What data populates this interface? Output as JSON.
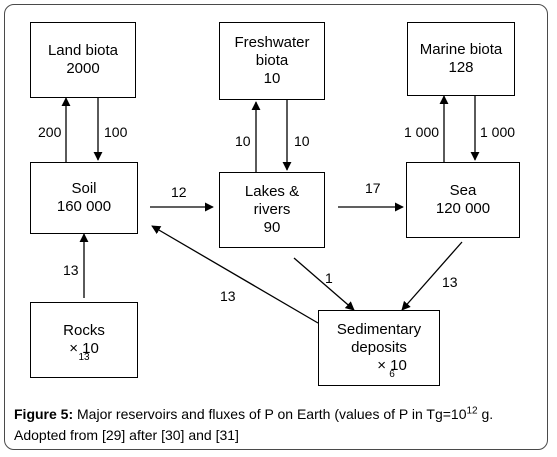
{
  "boxes": {
    "land_biota": {
      "name": "Land biota",
      "value": "2000"
    },
    "freshwater_biota": {
      "name_line1": "Freshwater",
      "name_line2": "biota",
      "value": "10"
    },
    "marine_biota": {
      "name": "Marine biota",
      "value": "128"
    },
    "soil": {
      "name": "Soil",
      "value": "160 000"
    },
    "lakes_rivers": {
      "name_line1": "Lakes &",
      "name_line2": "rivers",
      "value": "90"
    },
    "sea": {
      "name": "Sea",
      "value": "120 000"
    },
    "rocks": {
      "name": "Rocks",
      "value_prefix": "× 10",
      "value_exp": "13"
    },
    "sedimentary": {
      "name_line1": "Sedimentary",
      "name_line2": "deposits",
      "value_prefix": "× 10",
      "value_exp": "6"
    }
  },
  "fluxes": {
    "soil_to_land_biota": "200",
    "land_biota_to_soil": "100",
    "lakes_to_freshwater_biota": "10",
    "freshwater_biota_to_lakes": "10",
    "sea_to_marine_biota": "1 000",
    "marine_biota_to_sea": "1 000",
    "soil_to_lakes": "12",
    "lakes_to_sea": "17",
    "rocks_to_soil": "13",
    "lakes_to_sediment": "1",
    "sea_to_sediment": "13",
    "sediment_to_soil": "13"
  },
  "caption": {
    "label": "Figure 5:",
    "text_part1": " Major reservoirs and fluxes of P on Earth (values of P in Tg=10",
    "exp": "12",
    "text_part2": " g. Adopted from [29] after [30] and [31]"
  }
}
